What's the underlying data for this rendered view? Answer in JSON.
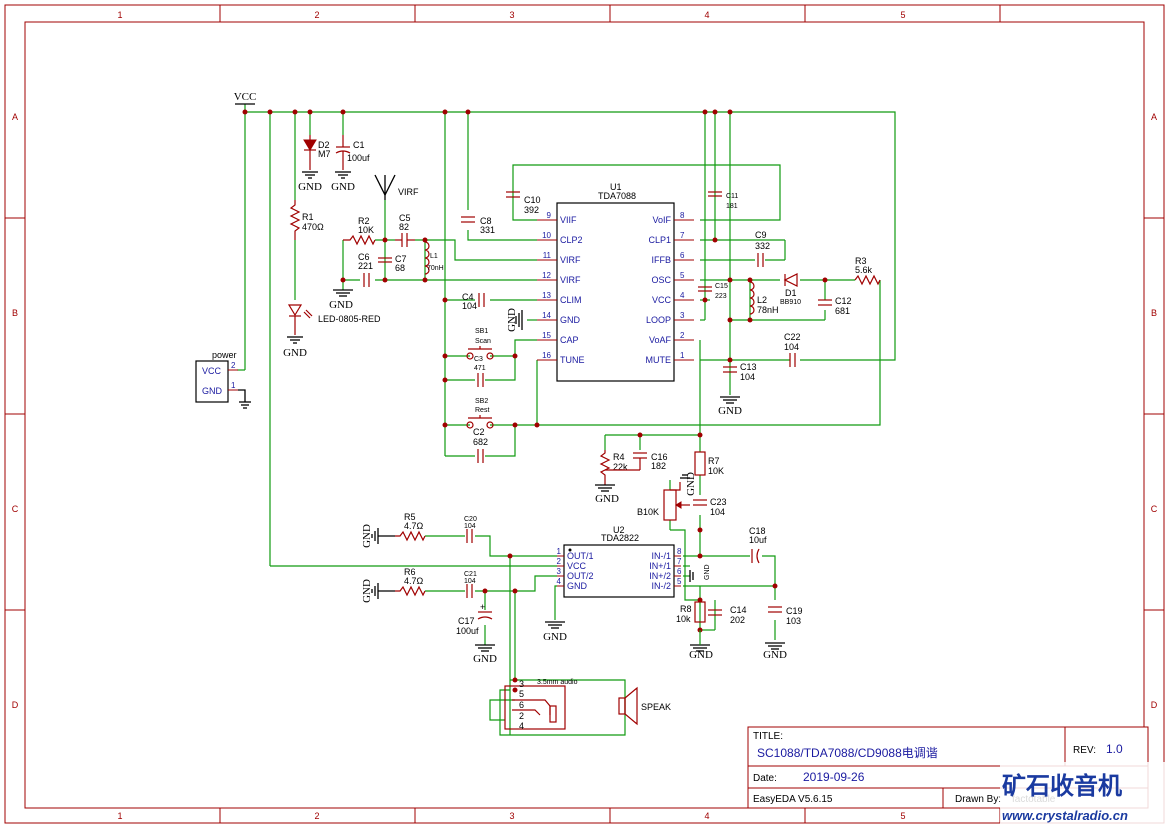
{
  "frame": {
    "columns": [
      "1",
      "2",
      "3",
      "4",
      "5"
    ],
    "rows": [
      "A",
      "B",
      "C",
      "D"
    ]
  },
  "nets": {
    "vcc": "VCC",
    "gnd": "GND",
    "virf": "VIRF"
  },
  "u1": {
    "ref": "U1",
    "part": "TDA7088",
    "left_pins": [
      {
        "num": "9",
        "name": "VIIF"
      },
      {
        "num": "10",
        "name": "CLP2"
      },
      {
        "num": "11",
        "name": "VIRF"
      },
      {
        "num": "12",
        "name": "VIRF"
      },
      {
        "num": "13",
        "name": "CLIM"
      },
      {
        "num": "14",
        "name": "GND"
      },
      {
        "num": "15",
        "name": "CAP"
      },
      {
        "num": "16",
        "name": "TUNE"
      }
    ],
    "right_pins": [
      {
        "num": "8",
        "name": "VoIF"
      },
      {
        "num": "7",
        "name": "CLP1"
      },
      {
        "num": "6",
        "name": "IFFB"
      },
      {
        "num": "5",
        "name": "OSC"
      },
      {
        "num": "4",
        "name": "VCC"
      },
      {
        "num": "3",
        "name": "LOOP"
      },
      {
        "num": "2",
        "name": "VoAF"
      },
      {
        "num": "1",
        "name": "MUTE"
      }
    ]
  },
  "u2": {
    "ref": "U2",
    "part": "TDA2822",
    "left_pins": [
      {
        "num": "1",
        "name": "OUT/1"
      },
      {
        "num": "2",
        "name": "VCC"
      },
      {
        "num": "3",
        "name": "OUT/2"
      },
      {
        "num": "4",
        "name": "GND"
      }
    ],
    "right_pins": [
      {
        "num": "8",
        "name": "IN-/1"
      },
      {
        "num": "7",
        "name": "IN+/1"
      },
      {
        "num": "6",
        "name": "IN+/2"
      },
      {
        "num": "5",
        "name": "IN-/2"
      }
    ]
  },
  "components": {
    "d2": {
      "ref": "D2",
      "val": "M7"
    },
    "c1": {
      "ref": "C1",
      "val": "100uf"
    },
    "r1": {
      "ref": "R1",
      "val": "470Ω"
    },
    "led": {
      "val": "LED-0805-RED"
    },
    "r2": {
      "ref": "R2",
      "val": "10K"
    },
    "c5": {
      "ref": "C5",
      "val": "82"
    },
    "c6": {
      "ref": "C6",
      "val": "221"
    },
    "c7": {
      "ref": "C7",
      "val": "68"
    },
    "l1": {
      "ref": "L1",
      "val": "70nH"
    },
    "c8": {
      "ref": "C8",
      "val": "331"
    },
    "c10": {
      "ref": "C10",
      "val": "392"
    },
    "c4": {
      "ref": "C4",
      "val": "104"
    },
    "sb1": {
      "ref": "SB1",
      "val": "Scan"
    },
    "c3": {
      "ref": "C3",
      "val": "471"
    },
    "sb2": {
      "ref": "SB2",
      "val": "Rest"
    },
    "c2": {
      "ref": "C2",
      "val": "682"
    },
    "c11": {
      "ref": "C11",
      "val": "181"
    },
    "c9": {
      "ref": "C9",
      "val": "332"
    },
    "r3": {
      "ref": "R3",
      "val": "5.6k"
    },
    "c15": {
      "ref": "C15",
      "val": "223"
    },
    "l2": {
      "ref": "L2",
      "val": "78nH"
    },
    "d1": {
      "ref": "D1",
      "val": "BB910"
    },
    "c12": {
      "ref": "C12",
      "val": "681"
    },
    "c22": {
      "ref": "C22",
      "val": "104"
    },
    "c13": {
      "ref": "C13",
      "val": "104"
    },
    "r4": {
      "ref": "R4",
      "val": "22k"
    },
    "c16": {
      "ref": "C16",
      "val": "182"
    },
    "r7": {
      "ref": "R7",
      "val": "10K"
    },
    "b10k": {
      "ref": "B10K"
    },
    "c23": {
      "ref": "C23",
      "val": "104"
    },
    "r5": {
      "ref": "R5",
      "val": "4.7Ω"
    },
    "c20": {
      "ref": "C20",
      "val": "104"
    },
    "r6": {
      "ref": "R6",
      "val": "4.7Ω"
    },
    "c21": {
      "ref": "C21",
      "val": "104"
    },
    "c17": {
      "ref": "C17",
      "val": "100uf"
    },
    "c18": {
      "ref": "C18",
      "val": "10uf"
    },
    "r8": {
      "ref": "R8",
      "val": "10k"
    },
    "c14": {
      "ref": "C14",
      "val": "202"
    },
    "c19": {
      "ref": "C19",
      "val": "103"
    },
    "speak": {
      "val": "SPEAK"
    },
    "jack": {
      "val": "3.5mm audio",
      "pins": [
        "3",
        "5",
        "6",
        "2",
        "4"
      ]
    }
  },
  "power_header": {
    "title": "power",
    "pins": [
      {
        "name": "VCC",
        "num": "2"
      },
      {
        "name": "GND",
        "num": "1"
      }
    ]
  },
  "title_block": {
    "title_label": "TITLE:",
    "title": "SC1088/TDA7088/CD9088电调谐",
    "rev_label": "REV:",
    "rev": "1.0",
    "date_label": "Date:",
    "date": "2019-09-26",
    "tool": "EasyEDA V5.6.15",
    "drawn_label": "Drawn By:",
    "drawn_by": "factotable"
  },
  "watermark": {
    "cn": "矿石收音机",
    "url": "www.crystalradio.cn"
  }
}
